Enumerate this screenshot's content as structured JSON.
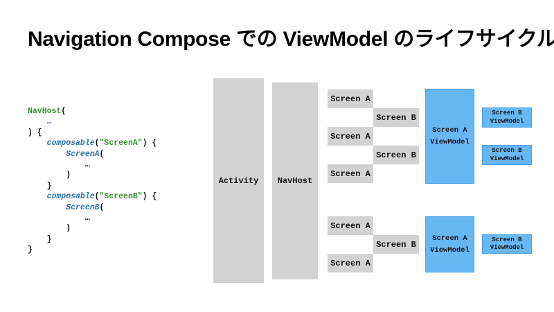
{
  "slide": {
    "title": "Navigation Compose での ViewModel のライフサイクル"
  },
  "colors": {
    "box_gray": "#d2d2d2",
    "box_blue": "#67b7f3",
    "box_blue_border": "#49a0e8",
    "code_green": "#3a9132",
    "code_blue": "#2a72ad",
    "code_dots_blue": "#4468e0",
    "code_plain": "#111111"
  },
  "code": {
    "lines": [
      [
        {
          "t": "NavHost",
          "c": "green"
        },
        {
          "t": "(",
          "c": "plain"
        }
      ],
      [
        {
          "t": "    ",
          "c": "plain"
        },
        {
          "t": "…",
          "c": "dots"
        }
      ],
      [
        {
          "t": ") {",
          "c": "plain"
        }
      ],
      [
        {
          "t": "    ",
          "c": "plain"
        },
        {
          "t": "composable",
          "c": "blue"
        },
        {
          "t": "(",
          "c": "plain"
        },
        {
          "t": "\"ScreenA\"",
          "c": "green"
        },
        {
          "t": ") {",
          "c": "plain"
        }
      ],
      [
        {
          "t": "        ",
          "c": "plain"
        },
        {
          "t": "ScreenA",
          "c": "blue"
        },
        {
          "t": "(",
          "c": "plain"
        }
      ],
      [
        {
          "t": "            …",
          "c": "plain"
        }
      ],
      [
        {
          "t": "        )",
          "c": "plain"
        }
      ],
      [
        {
          "t": "    }",
          "c": "plain"
        }
      ],
      [
        {
          "t": "    ",
          "c": "plain"
        },
        {
          "t": "composable",
          "c": "blue"
        },
        {
          "t": "(",
          "c": "plain"
        },
        {
          "t": "\"ScreenB\"",
          "c": "green"
        },
        {
          "t": ") {",
          "c": "plain"
        }
      ],
      [
        {
          "t": "        ",
          "c": "plain"
        },
        {
          "t": "ScreenB",
          "c": "blue"
        },
        {
          "t": "(",
          "c": "plain"
        }
      ],
      [
        {
          "t": "            …",
          "c": "plain"
        }
      ],
      [
        {
          "t": "        )",
          "c": "plain"
        }
      ],
      [
        {
          "t": "    }",
          "c": "plain"
        }
      ],
      [
        {
          "t": "}",
          "c": "plain"
        }
      ]
    ]
  },
  "diagram": {
    "activity_label": "Activity",
    "navhost_label": "NavHost",
    "top_stack": {
      "screens": [
        {
          "label": "Screen A"
        },
        {
          "label": "Screen B"
        },
        {
          "label": "Screen A"
        },
        {
          "label": "Screen B"
        },
        {
          "label": "Screen A"
        }
      ],
      "screen_a_viewmodel": "Screen A\nViewModel",
      "screen_b_viewmodels": [
        {
          "label": "Screen B\nViewModel"
        },
        {
          "label": "Screen B\nViewModel"
        }
      ]
    },
    "bottom_stack": {
      "screens": [
        {
          "label": "Screen A"
        },
        {
          "label": "Screen B"
        },
        {
          "label": "Screen A"
        }
      ],
      "screen_a_viewmodel": "Screen A\nViewModel",
      "screen_b_viewmodel": "Screen B\nViewModel"
    }
  }
}
